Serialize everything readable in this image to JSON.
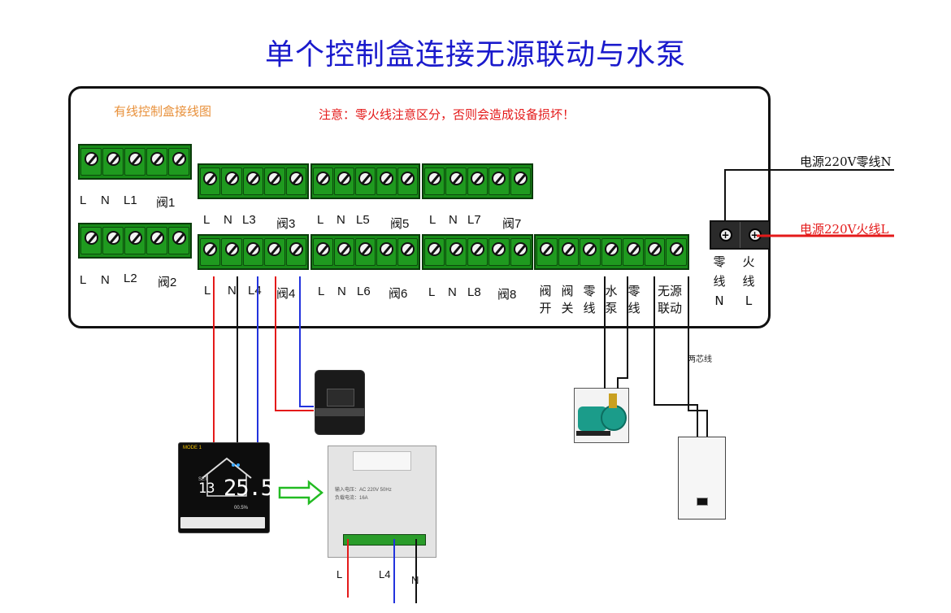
{
  "title": "单个控制盒连接无源联动与水泵",
  "panel": {
    "label": "有线控制盒接线图",
    "warning": "注意：零火线注意区分，否则会造成设备损坏！"
  },
  "terminals": {
    "zone1": [
      "L",
      "N",
      "L1",
      "阀1"
    ],
    "zone2": [
      "L",
      "N",
      "L2",
      "阀2"
    ],
    "zone3": [
      "L",
      "N",
      "L3",
      "阀3"
    ],
    "zone4": [
      "L",
      "N",
      "L4",
      "阀4"
    ],
    "zone5": [
      "L",
      "N",
      "L5",
      "阀5"
    ],
    "zone6": [
      "L",
      "N",
      "L6",
      "阀6"
    ],
    "zone7": [
      "L",
      "N",
      "L7",
      "阀7"
    ],
    "zone8": [
      "L",
      "N",
      "L8",
      "阀8"
    ],
    "aux": [
      "阀开",
      "阀关",
      "零线",
      "水泵",
      "零线",
      "无源联动"
    ]
  },
  "power_block": {
    "n_label": [
      "零",
      "线",
      "N"
    ],
    "l_label": [
      "火",
      "线",
      "L"
    ],
    "neutral_wire_label": "电源220V零线N",
    "live_wire_label": "电源220V火线L"
  },
  "two_core_wire": "两芯线",
  "thermostat": {
    "mode": "MODE 1",
    "set_label": "SET",
    "set_temp": "13",
    "room_temp": "25.5",
    "humidity": "00.5%"
  },
  "backplate": {
    "line1": "输入电压：AC 220V 50Hz",
    "line2": "负载电流：16A",
    "wire_labels": [
      "L",
      "L4",
      "N"
    ]
  },
  "colors": {
    "title": "#1a1acc",
    "terminal_green": "#1f9a1f",
    "live_red": "#e41a1a",
    "neutral_black": "#111111",
    "signal_blue": "#2233dd",
    "label_orange": "#e8903a"
  }
}
